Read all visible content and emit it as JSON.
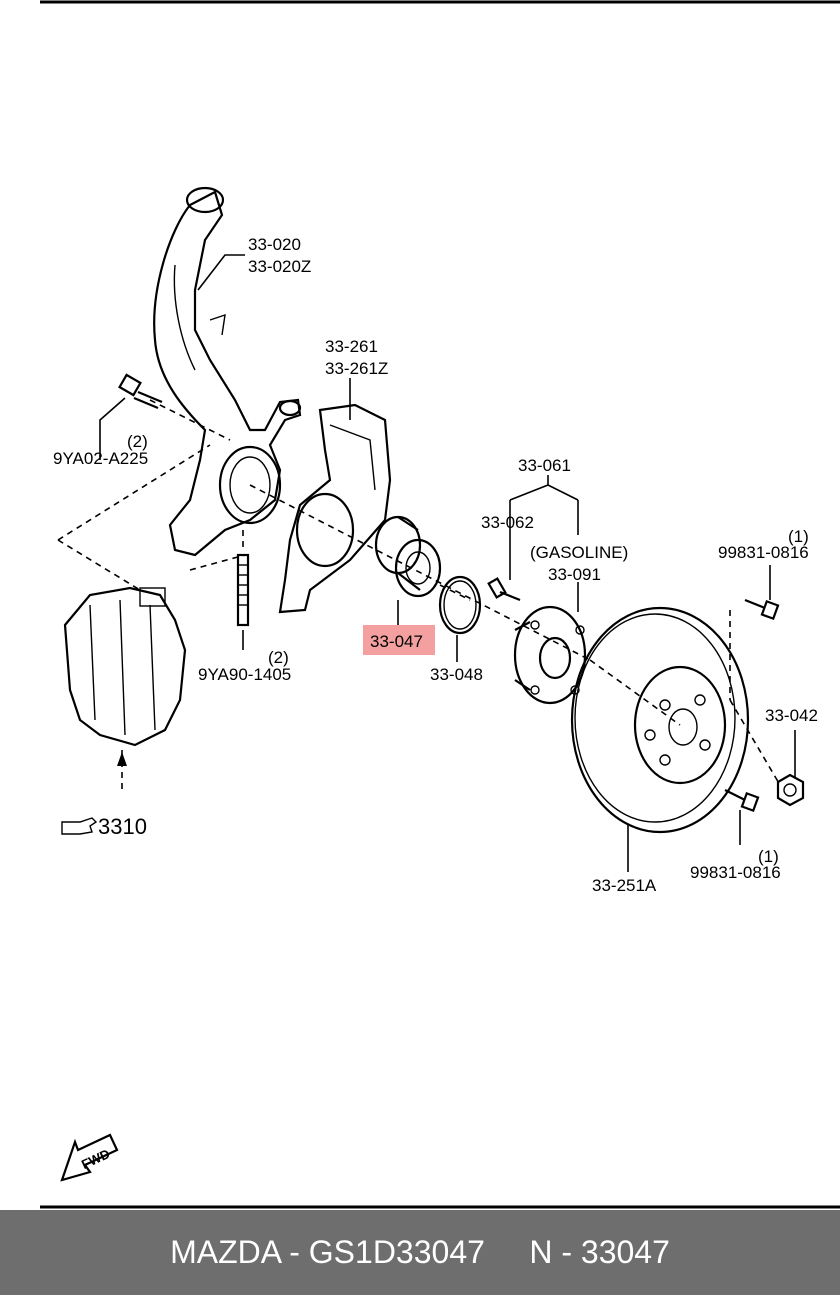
{
  "labels": {
    "knuckle_a": "33-020",
    "knuckle_b": "33-020Z",
    "dust_cover_a": "33-261",
    "dust_cover_b": "33-261Z",
    "bolt_a_qty": "(2)",
    "bolt_a": "9YA02-A225",
    "stud_qty": "(2)",
    "stud": "9YA90-1405",
    "bearing": "33-047",
    "snap_ring": "33-048",
    "hub_group": "33-061",
    "hub_bolt": "33-062",
    "gasoline": "(GASOLINE)",
    "hub": "33-091",
    "screw_top_qty": "(1)",
    "screw_top": "99831-0816",
    "disc": "33-251A",
    "nut": "33-042",
    "screw_bottom_qty": "(1)",
    "screw_bottom": "99831-0816",
    "caliper_ref": "3310",
    "fwd": "FWD"
  },
  "highlight_color": "#f4a0a0",
  "footer": {
    "text": "MAZDA - GS1D33047     N - 33047"
  }
}
